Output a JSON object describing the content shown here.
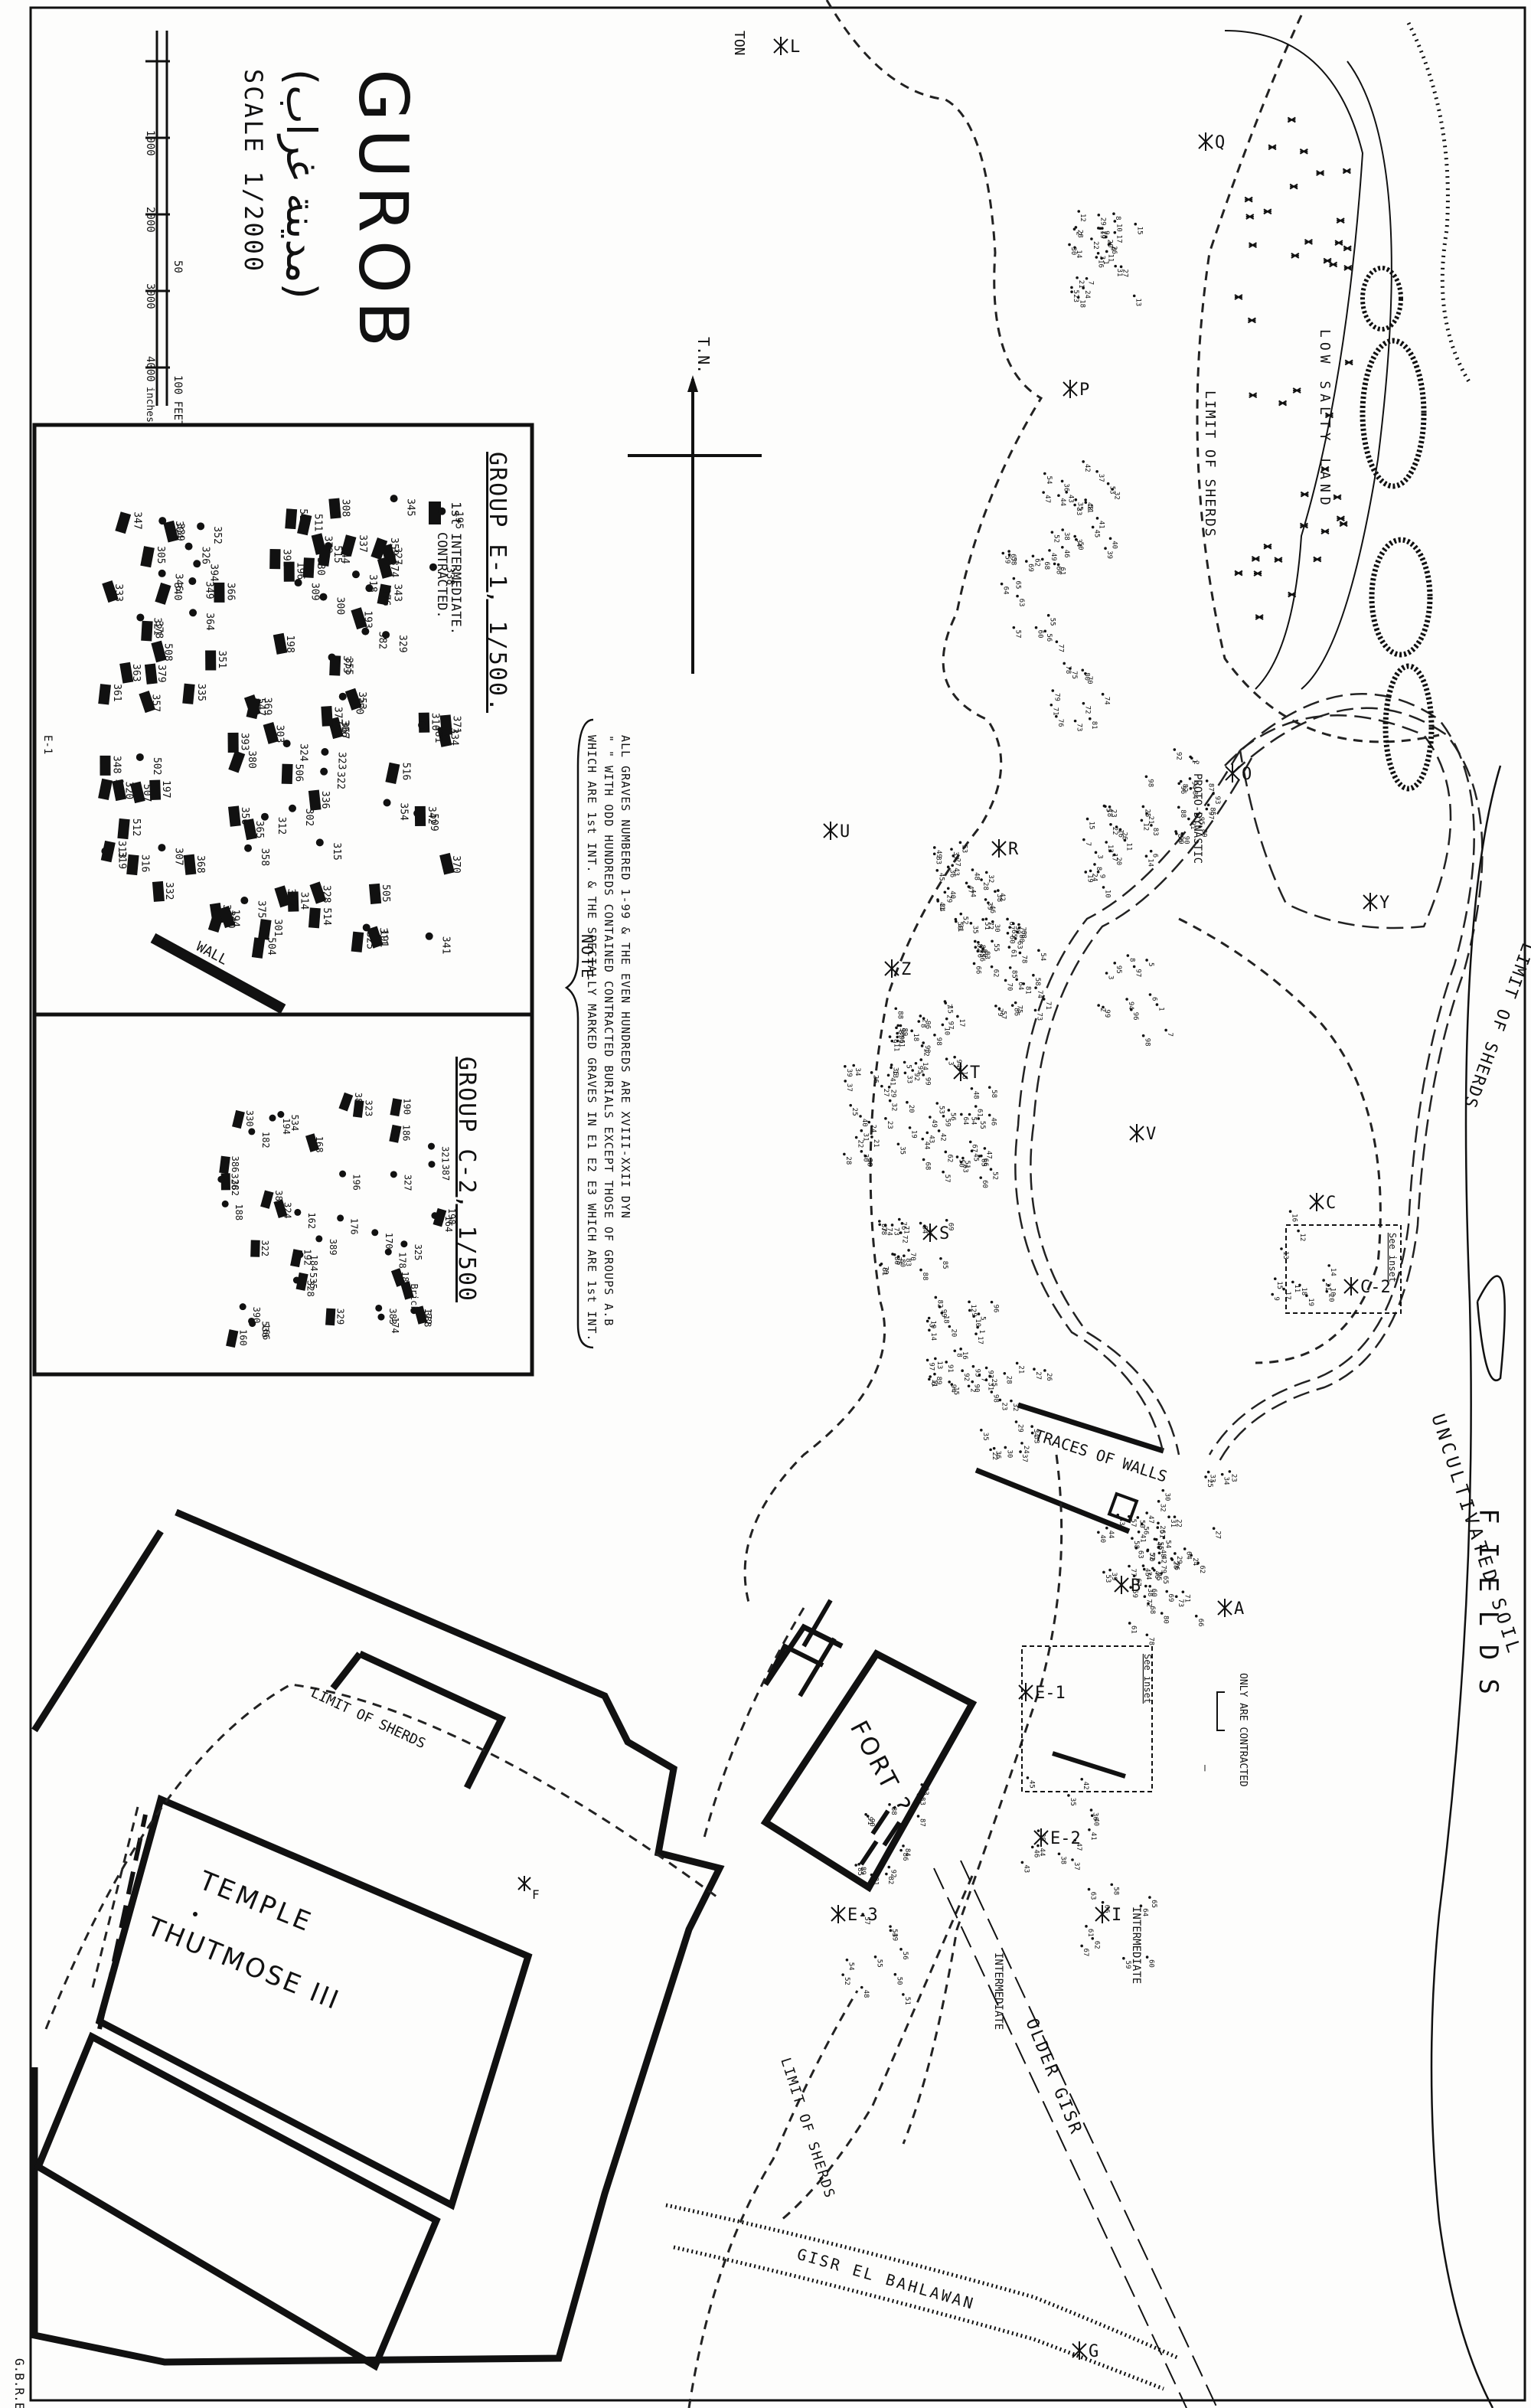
{
  "map": {
    "title": "GUROB",
    "arabic_name": "(مدينة غراب)",
    "scale_label": "SCALE 1/2000",
    "scale_bar": {
      "ticks": [
        "100",
        "1000",
        "2000",
        "3000",
        "4000",
        "inches"
      ],
      "upper": [
        "50",
        "100 FEET"
      ]
    },
    "north": "T.N.",
    "credit": "G.B.R.E."
  },
  "insets": {
    "e1": {
      "title": "GROUP E-1, 1/500.",
      "legend": "1st INTERMEDIATE.",
      "legend2": "CONTRACTED.",
      "wall": "WALL",
      "tag": "E-1",
      "numbers": [
        "300",
        "301",
        "302",
        "303",
        "304",
        "305",
        "306",
        "307",
        "308",
        "309",
        "310",
        "311",
        "312",
        "313",
        "314",
        "315",
        "316",
        "318",
        "319",
        "320",
        "321",
        "322",
        "323",
        "324",
        "325",
        "326",
        "327",
        "328",
        "329",
        "330",
        "331",
        "332",
        "333",
        "334",
        "335",
        "336",
        "337",
        "338",
        "339",
        "340",
        "341",
        "342",
        "343",
        "344",
        "345",
        "346",
        "347",
        "348",
        "349",
        "350",
        "351",
        "352",
        "353",
        "354",
        "355",
        "356",
        "357",
        "358",
        "359",
        "360",
        "361",
        "362",
        "363",
        "364",
        "365",
        "366",
        "367",
        "368",
        "369",
        "370",
        "371",
        "372",
        "373",
        "374",
        "375",
        "376",
        "377",
        "378",
        "379",
        "380",
        "381",
        "382",
        "392",
        "393",
        "394",
        "502",
        "504",
        "505",
        "506",
        "507",
        "508",
        "509",
        "510",
        "511",
        "512",
        "514",
        "515",
        "516",
        "547",
        "195",
        "196",
        "197",
        "198",
        "199",
        "194",
        "193",
        "191"
      ]
    },
    "c2": {
      "title": "GROUP C-2, 1/500",
      "numbers": [
        "160",
        "162",
        "164",
        "166",
        "168",
        "170",
        "172",
        "174",
        "176",
        "178",
        "180",
        "182",
        "184",
        "186",
        "188",
        "190",
        "192",
        "194",
        "196",
        "198",
        "321",
        "322",
        "323",
        "324",
        "325",
        "326",
        "327",
        "328",
        "329",
        "330",
        "382",
        "383",
        "384",
        "385",
        "386",
        "387",
        "388",
        "389",
        "390",
        "534",
        "535",
        "536",
        "Brick"
      ]
    }
  },
  "note": {
    "heading": "NOTE",
    "lines": [
      "ALL GRAVES NUMBERED 1-99 & THE EVEN HUNDREDS ARE XVIII-XXII DYN",
      "\" \" WITH ODD HUNDREDS CONTAINED CONTRACTED BURIALS EXCEPT THOSE OF GROUPS A.B",
      "WHICH ARE 1st INT. & THE SPECIALLY MARKED GRAVES IN E1 E2 E3 WHICH ARE 1st INT."
    ]
  },
  "labels": {
    "fields": "FIELDS",
    "uncultivated": "UNCULTIVATED SOIL",
    "low_salty": "LOW SALTY LAND",
    "limit_sherds": "LIMIT OF SHERDS",
    "proto": "PROTO-DYNASTIC",
    "traces": "TRACES OF WALLS",
    "fort": "FORT ?",
    "older_gisr": "OLDER GISR",
    "gisr": "GISR EL BAHLAWAN",
    "temple": "TEMPLE",
    "thutmose": "THUTMOSE III",
    "ton": "TON",
    "intermediate": "INTERMEDIATE",
    "contracted_note": "ONLY ARE CONTRACTED",
    "see_inset": "See inset",
    "letters": [
      "L",
      "P",
      "O",
      "R",
      "Q",
      "Y",
      "U",
      "S",
      "T",
      "Z",
      "V",
      "C",
      "C-2",
      "A",
      "B",
      "E-1",
      "E-2",
      "E-3",
      "F",
      "G",
      "I"
    ]
  },
  "graves_sample": [
    "1",
    "2",
    "3",
    "5",
    "6",
    "7",
    "8",
    "9",
    "10",
    "11",
    "12",
    "13",
    "14",
    "15",
    "16",
    "17",
    "18",
    "19",
    "20",
    "21",
    "22",
    "23",
    "24",
    "25",
    "26",
    "27",
    "28",
    "29",
    "30",
    "31",
    "32",
    "33",
    "34",
    "35",
    "36",
    "37",
    "38",
    "39",
    "40",
    "41",
    "42",
    "43",
    "44",
    "45",
    "46",
    "47",
    "48",
    "49",
    "50",
    "51",
    "52",
    "53",
    "54",
    "55",
    "56",
    "57",
    "58",
    "59",
    "60",
    "61",
    "62",
    "63",
    "64",
    "65",
    "66",
    "67",
    "68",
    "69",
    "70",
    "71",
    "72",
    "73",
    "74",
    "75",
    "76",
    "77",
    "78",
    "79",
    "80",
    "81",
    "82",
    "83",
    "84",
    "85",
    "86",
    "87",
    "88",
    "89",
    "90",
    "91",
    "92",
    "93",
    "94",
    "95",
    "96",
    "97",
    "98",
    "99"
  ]
}
